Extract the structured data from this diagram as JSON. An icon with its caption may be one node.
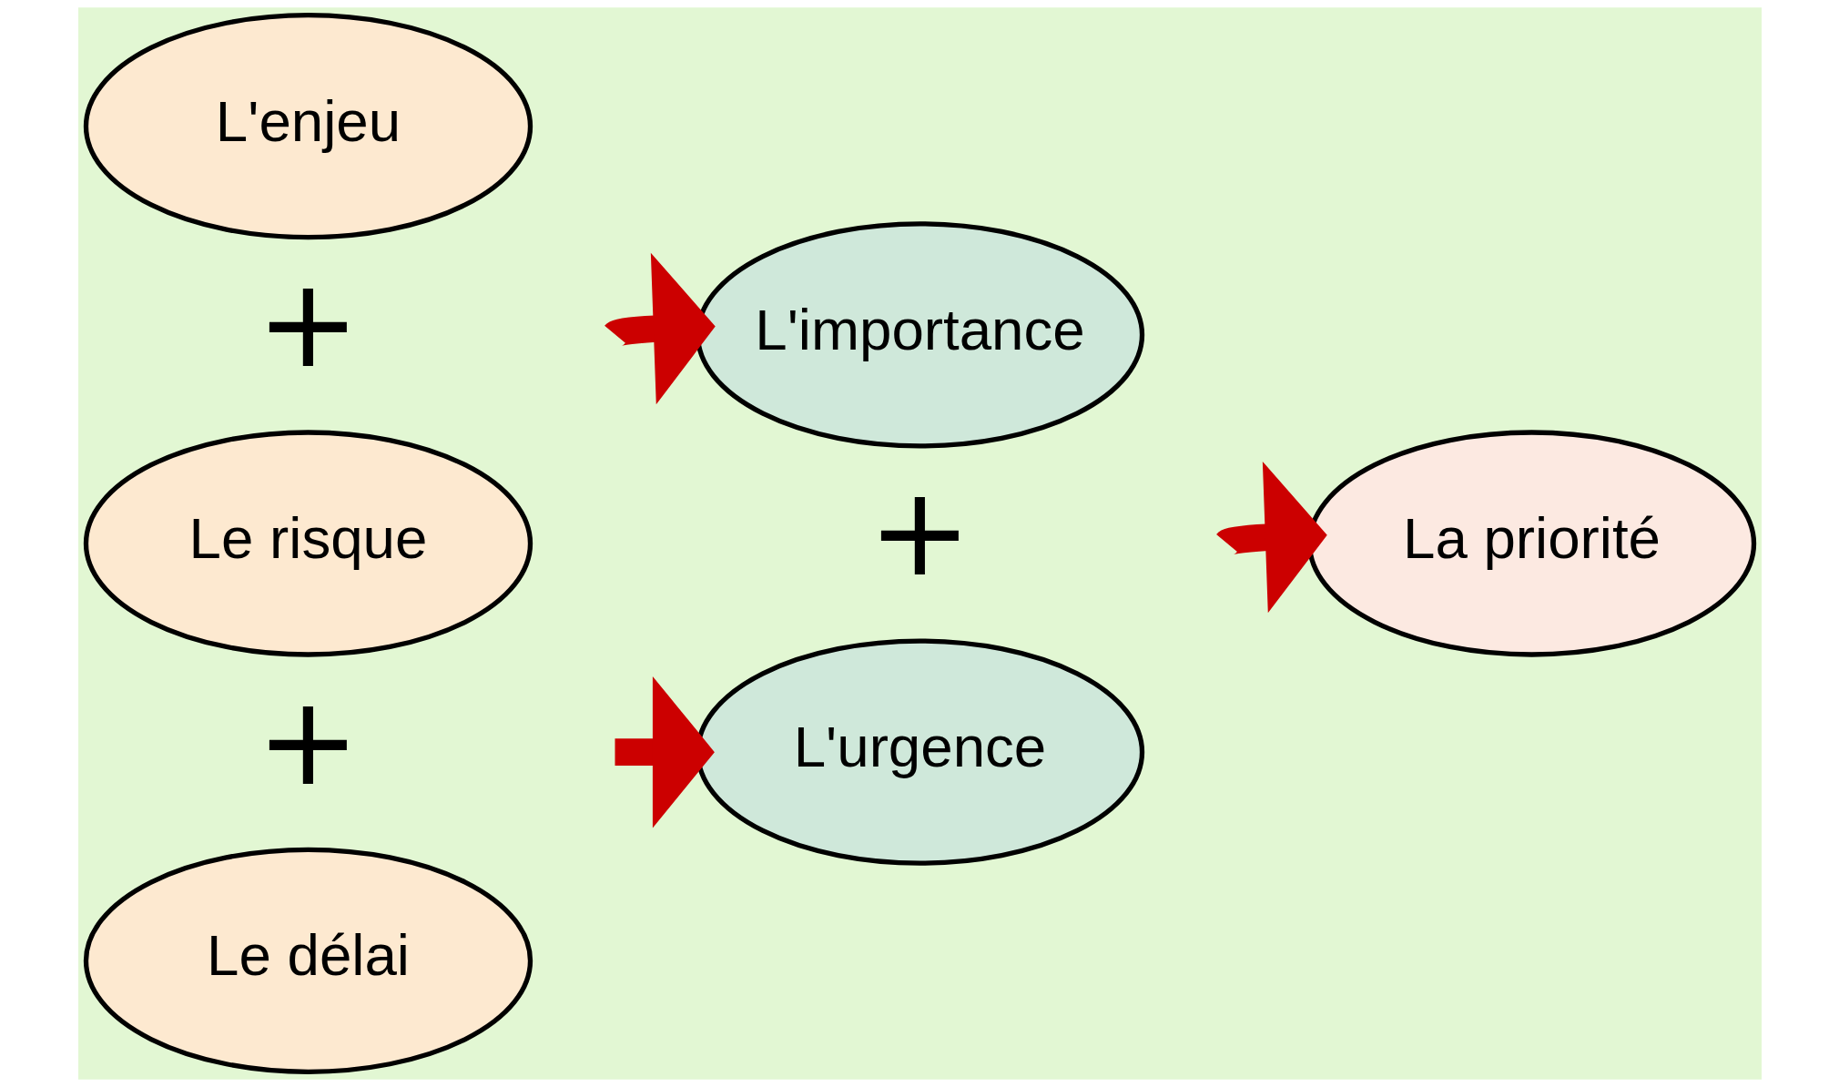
{
  "diagram": {
    "nodes": [
      {
        "text": [
          "L'enjeu"
        ]
      },
      {
        "text": [
          "Le risque"
        ]
      },
      {
        "text": [
          "Le délai"
        ]
      },
      {
        "text": [
          "L'importance"
        ]
      },
      {
        "text": [
          "L'urgence"
        ]
      },
      {
        "text": [
          "La priorité"
        ]
      }
    ],
    "edges": [
      {
        "from": null,
        "to": 3,
        "arrow": "to"
      },
      {
        "from": null,
        "to": 4,
        "arrow": "to"
      },
      {
        "from": null,
        "to": 5,
        "arrow": "to"
      }
    ],
    "labels": [
      "+",
      "+",
      "+"
    ]
  }
}
